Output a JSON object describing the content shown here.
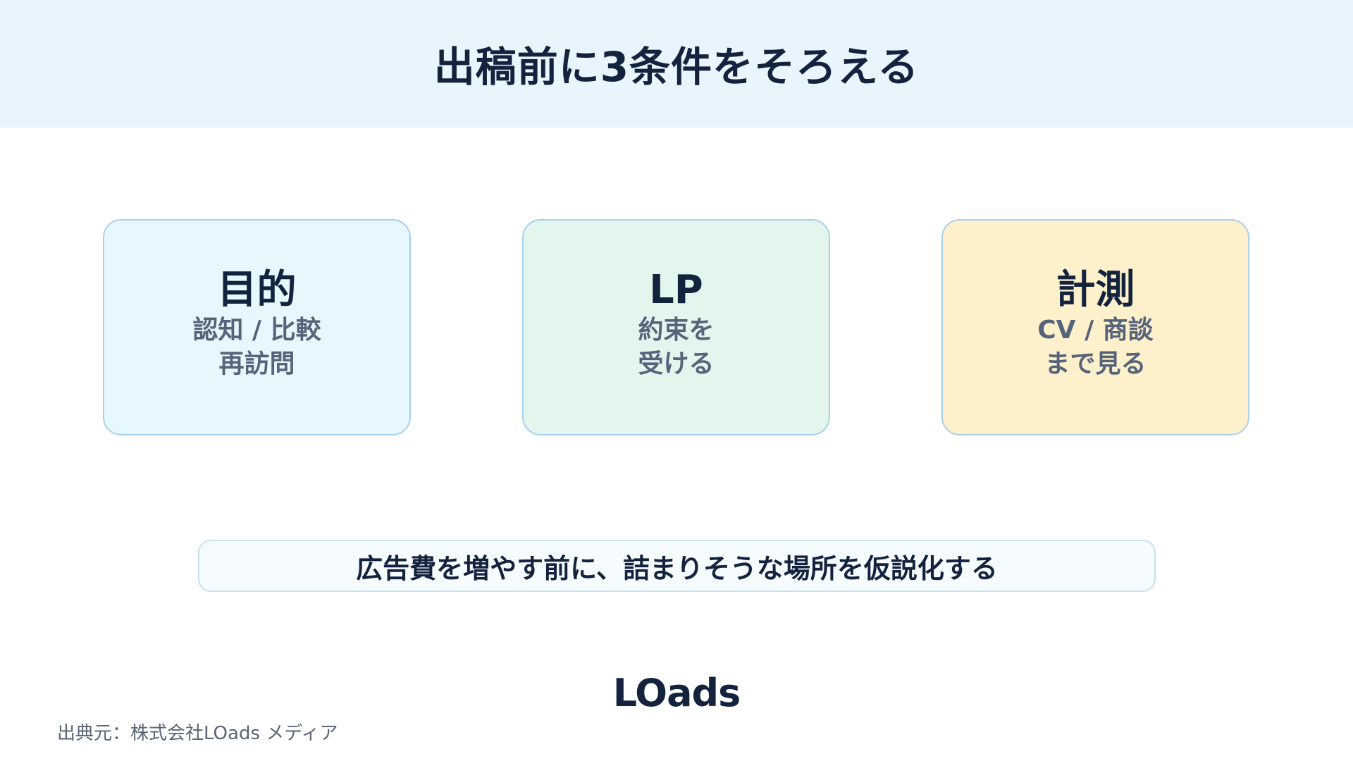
{
  "header": {
    "title": "出稿前に3条件をそろえる"
  },
  "cards": [
    {
      "title": "目的",
      "lines": [
        "認知 / 比較",
        "再訪問"
      ],
      "background": "#e6f7fd"
    },
    {
      "title": "LP",
      "lines": [
        "約束を",
        "受ける"
      ],
      "background": "#e2f6ee"
    },
    {
      "title": "計測",
      "lines": [
        "CV / 商談",
        "まで見る"
      ],
      "background": "#fdf1cc"
    }
  ],
  "banner": {
    "text": "広告費を増やす前に、詰まりそうな場所を仮説化する"
  },
  "logo": {
    "text": "LOads"
  },
  "source": {
    "text": "出典元：株式会社LOads メディア"
  },
  "colors": {
    "header_bg": "#e8f5fd",
    "title_text": "#14233d",
    "card_border": "#a9d0ea"
  }
}
